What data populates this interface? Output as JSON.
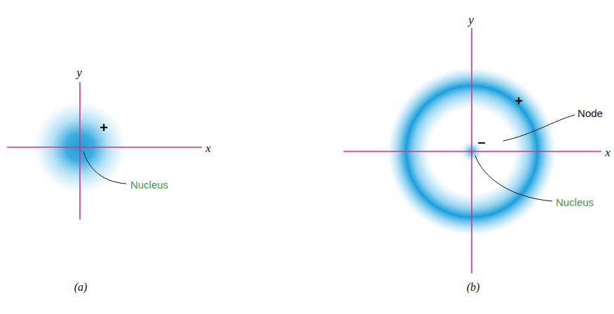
{
  "diagram": {
    "labels": [
      "y",
      "x",
      "+",
      "Nucleus",
      "(a)",
      "y",
      "x",
      "+",
      "–",
      "Node",
      "Nucleus",
      "(b)"
    ]
  }
}
